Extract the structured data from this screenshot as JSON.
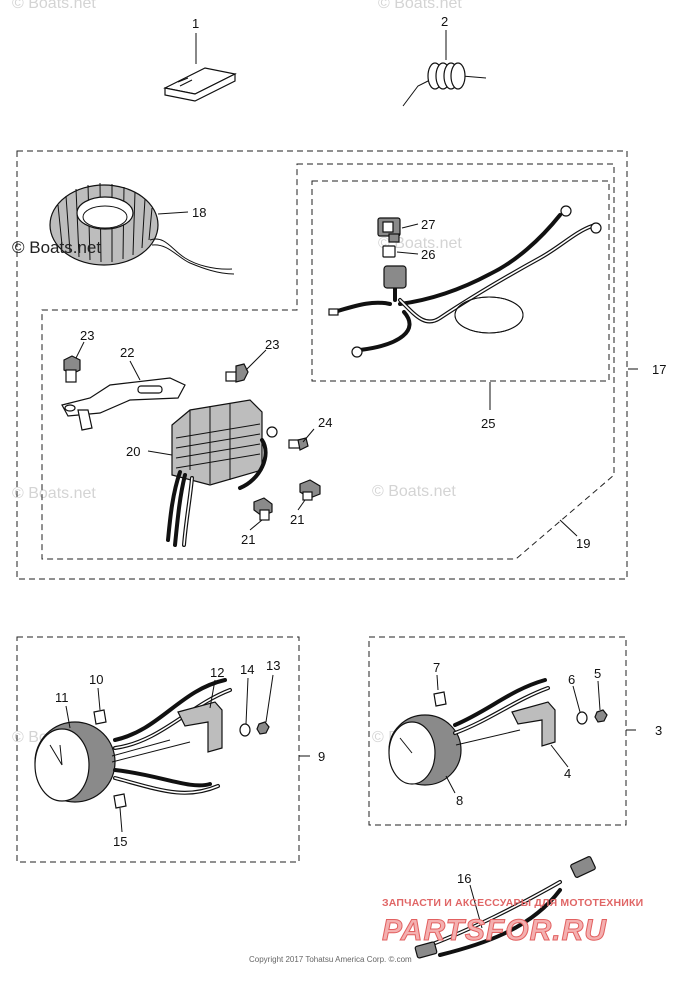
{
  "diagram": {
    "callouts": [
      {
        "id": "c1",
        "text": "1"
      },
      {
        "id": "c2",
        "text": "2"
      },
      {
        "id": "c3",
        "text": "3"
      },
      {
        "id": "c4",
        "text": "4"
      },
      {
        "id": "c5",
        "text": "5"
      },
      {
        "id": "c6",
        "text": "6"
      },
      {
        "id": "c7",
        "text": "7"
      },
      {
        "id": "c8",
        "text": "8"
      },
      {
        "id": "c9",
        "text": "9"
      },
      {
        "id": "c10",
        "text": "10"
      },
      {
        "id": "c11",
        "text": "11"
      },
      {
        "id": "c12",
        "text": "12"
      },
      {
        "id": "c13",
        "text": "13"
      },
      {
        "id": "c14",
        "text": "14"
      },
      {
        "id": "c15",
        "text": "15"
      },
      {
        "id": "c16",
        "text": "16"
      },
      {
        "id": "c17",
        "text": "17"
      },
      {
        "id": "c18",
        "text": "18"
      },
      {
        "id": "c19",
        "text": "19"
      },
      {
        "id": "c20",
        "text": "20"
      },
      {
        "id": "c21a",
        "text": "21"
      },
      {
        "id": "c21b",
        "text": "21"
      },
      {
        "id": "c22",
        "text": "22"
      },
      {
        "id": "c23a",
        "text": "23"
      },
      {
        "id": "c23b",
        "text": "23"
      },
      {
        "id": "c24",
        "text": "24"
      },
      {
        "id": "c25",
        "text": "25"
      },
      {
        "id": "c26",
        "text": "26"
      },
      {
        "id": "c27",
        "text": "27"
      }
    ],
    "watermarks": {
      "boats_light": "© Boats.net",
      "boats_dark": "© Boats.net",
      "copyright": "Copyright 2017 Tohatsu America Corp. ©.com",
      "ru_caption": "ЗАПЧАСТИ И АКСЕССУАРЫ ДЛЯ МОТОТЕХНИКИ",
      "ru_logo": "PARTSFOR.RU"
    }
  }
}
